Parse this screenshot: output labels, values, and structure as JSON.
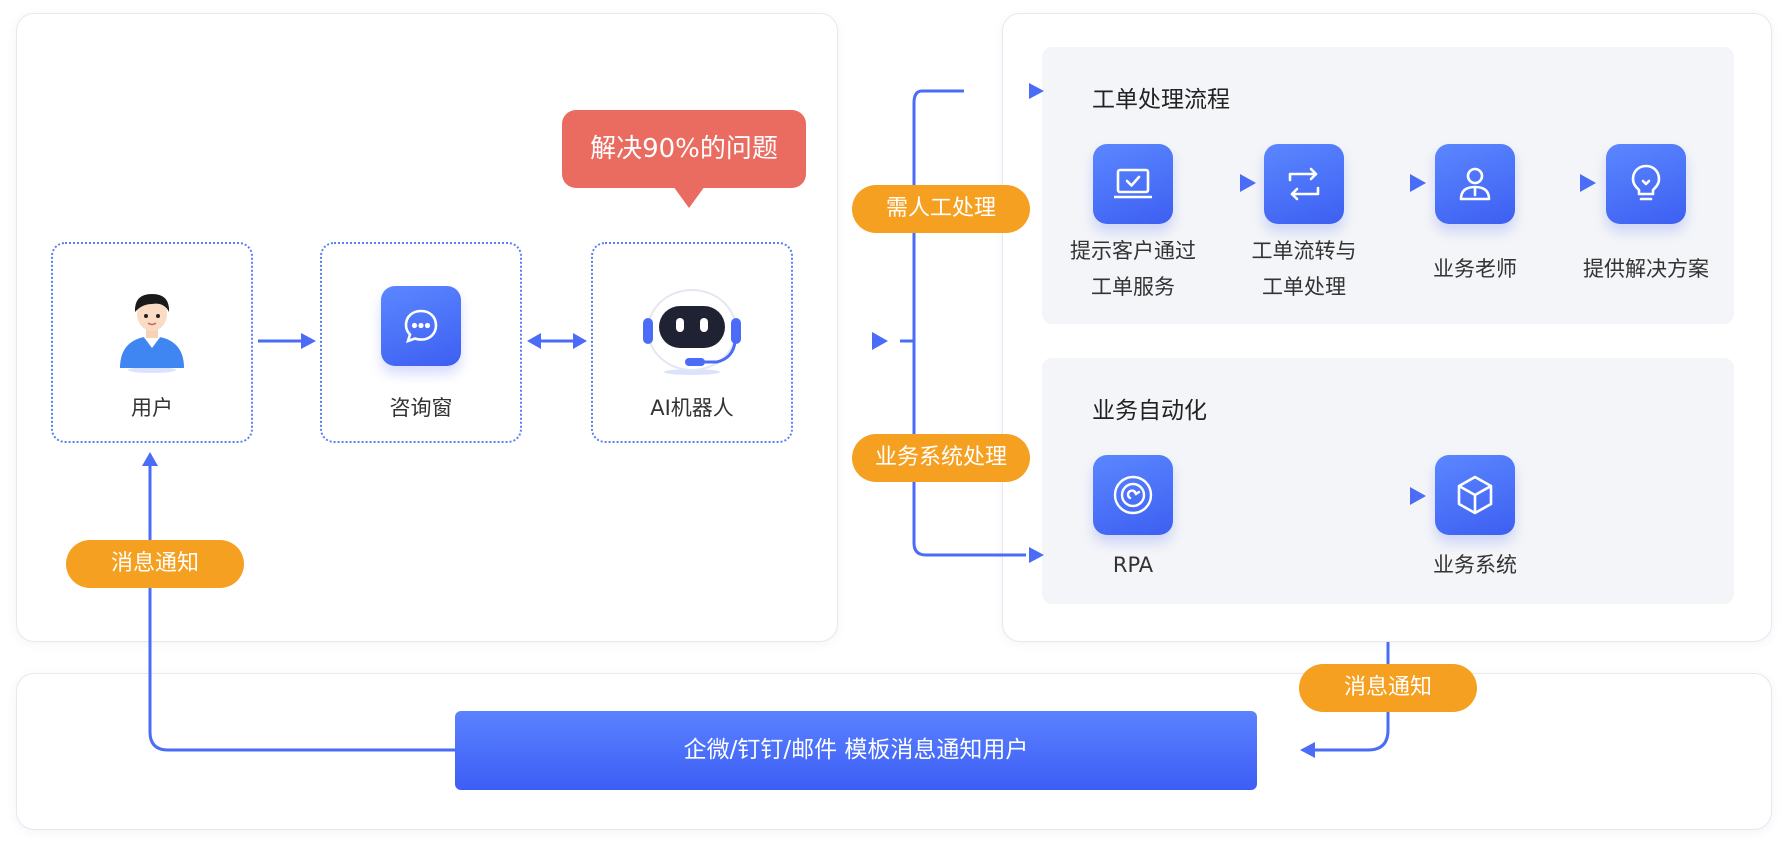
{
  "flow": {
    "nodes": [
      {
        "label": "用户",
        "icon": "user-avatar-icon"
      },
      {
        "label": "咨询窗",
        "icon": "chat-bubble-icon"
      },
      {
        "label": "AI机器人",
        "icon": "robot-icon"
      }
    ],
    "bubble": "解决90%的问题"
  },
  "badges": {
    "manual": "需人工处理",
    "system": "业务系统处理",
    "notify_left": "消息通知",
    "notify_right": "消息通知"
  },
  "ticket_flow": {
    "title": "工单处理流程",
    "steps": [
      {
        "line1": "提示客户通过",
        "line2": "工单服务",
        "icon": "laptop-check-icon"
      },
      {
        "line1": "工单流转与",
        "line2": "工单处理",
        "icon": "transfer-icon"
      },
      {
        "line1": "业务老师",
        "line2": "",
        "icon": "person-icon"
      },
      {
        "line1": "提供解决方案",
        "line2": "",
        "icon": "lightbulb-icon"
      }
    ]
  },
  "automation": {
    "title": "业务自动化",
    "steps": [
      {
        "label": "RPA",
        "icon": "rpa-icon"
      },
      {
        "label": "业务系统",
        "icon": "cube-icon"
      }
    ]
  },
  "notify_bar": "企微/钉钉/邮件 模板消息通知用户",
  "colors": {
    "accent": "#4a6cf7",
    "badge": "#f5a020",
    "bubble": "#ea6b60",
    "panel_bg": "#f4f5f8"
  }
}
